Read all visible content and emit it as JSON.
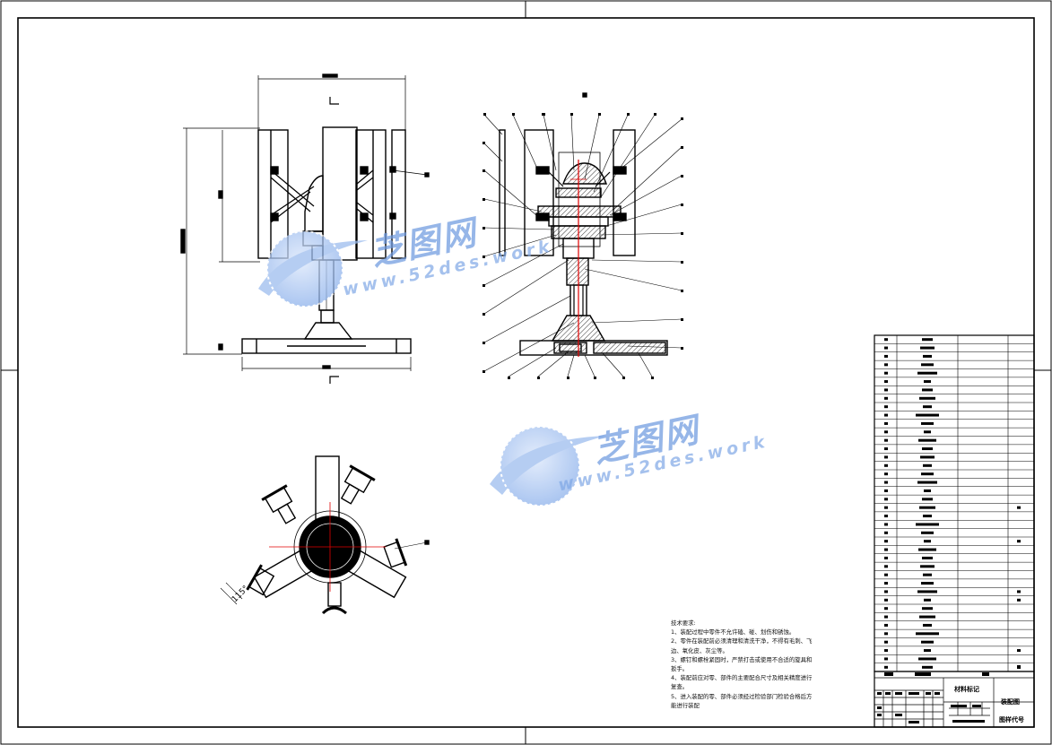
{
  "watermark": {
    "brand_cn": "芝图网",
    "url": "www.52des.work"
  },
  "dimension": {
    "angle_label": "115°"
  },
  "technical_requirements": {
    "title": "技术要求:",
    "lines": [
      "1、装配过程中零件不允许磕、碰、划伤和锈蚀。",
      "2、零件在装配前必须清理和清洗干净，不得有毛刺、飞",
      "边、氧化皮、灰尘等。",
      "3、螺钉和螺栓紧固时，严禁打击或使用不合适的旋具和",
      "扳手。",
      "4、装配前应对零、部件的主要配合尺寸及相关精度进行",
      "复查。",
      "5、进入装配的零、部件必须经过检验部门检验合格后方",
      "能进行装配"
    ]
  },
  "title_block": {
    "material": "材料标记",
    "drawing_name": "装配图",
    "drawing_code": "图样代号"
  },
  "colors": {
    "line": "#000000",
    "centerline": "#e00000",
    "watermark": "#7fa8e6"
  }
}
